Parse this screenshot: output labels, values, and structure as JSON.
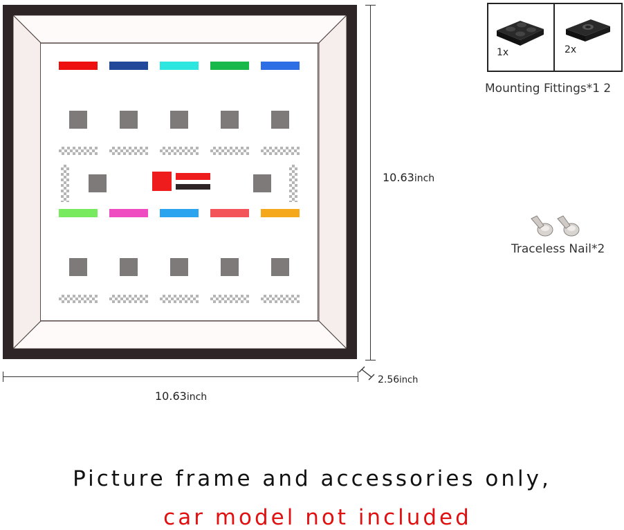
{
  "dimensions": {
    "height_value": "10.63",
    "height_unit": "inch",
    "width_value": "10.63",
    "width_unit": "inch",
    "depth_value": "2.56",
    "depth_unit": "inch"
  },
  "accessories": {
    "fittings_left_qty": "1x",
    "fittings_right_qty": "2x",
    "fittings_label": "Mounting Fittings*1 2",
    "nail_label": "Traceless Nail*2"
  },
  "caption": {
    "line1": "Picture frame and accessories only,",
    "line2": "car model not included"
  },
  "colors": {
    "frame": "#2e2527",
    "top_bars": [
      "#ee1010",
      "#22489a",
      "#2ee6e0",
      "#18b84a",
      "#2f6fe6"
    ],
    "bottom_bars": [
      "#78ea5e",
      "#ee4cc0",
      "#2aa4ee",
      "#f2545a",
      "#f6a81c"
    ],
    "center_badge_red": "#ee1c1c",
    "stud": "#7f7a7a",
    "caption_accent": "#e01010"
  }
}
